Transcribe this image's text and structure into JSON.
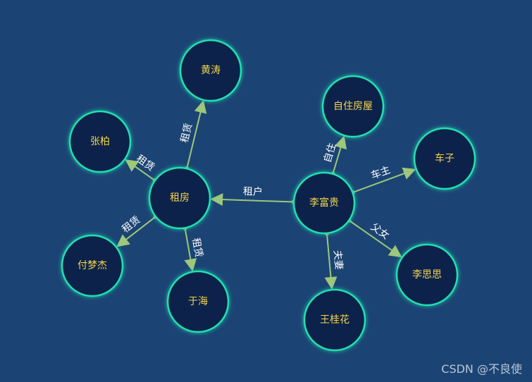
{
  "diagram": {
    "nodes": [
      {
        "id": "zufang",
        "label": "租房"
      },
      {
        "id": "huangtao",
        "label": "黄涛"
      },
      {
        "id": "zhangbai",
        "label": "张柏"
      },
      {
        "id": "fumengjie",
        "label": "付梦杰"
      },
      {
        "id": "yuhai",
        "label": "于海"
      },
      {
        "id": "lifugui",
        "label": "李富贵"
      },
      {
        "id": "zizhu",
        "label": "自住房屋"
      },
      {
        "id": "chezi",
        "label": "车子"
      },
      {
        "id": "lisisi",
        "label": "李思思"
      },
      {
        "id": "wangguihua",
        "label": "王桂花"
      }
    ],
    "edges": [
      {
        "from": "zufang",
        "to": "huangtao",
        "label": "租赁"
      },
      {
        "from": "zufang",
        "to": "zhangbai",
        "label": "租赁"
      },
      {
        "from": "zufang",
        "to": "fumengjie",
        "label": "租赁"
      },
      {
        "from": "zufang",
        "to": "yuhai",
        "label": "租赁"
      },
      {
        "from": "lifugui",
        "to": "zufang",
        "label": "租户"
      },
      {
        "from": "lifugui",
        "to": "zizhu",
        "label": "自住"
      },
      {
        "from": "lifugui",
        "to": "chezi",
        "label": "车主"
      },
      {
        "from": "lifugui",
        "to": "lisisi",
        "label": "父女"
      },
      {
        "from": "lifugui",
        "to": "wangguihua",
        "label": "夫妻"
      }
    ]
  },
  "watermark": "CSDN @不良使"
}
